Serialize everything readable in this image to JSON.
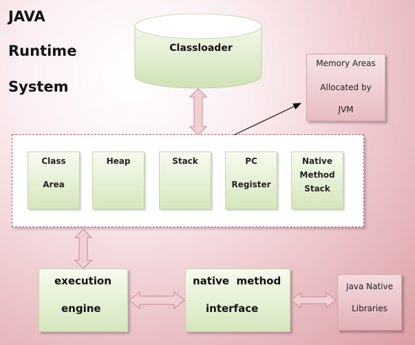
{
  "title": {
    "lines": [
      "JAVA",
      "Runtime",
      "System"
    ]
  },
  "classloader": {
    "label": "Classloader"
  },
  "memory_note": {
    "lines": [
      "Memory Areas",
      "Allocated by",
      "JVM"
    ]
  },
  "memory_areas": [
    {
      "lines": [
        "Class",
        "Area"
      ]
    },
    {
      "lines": [
        "Heap"
      ]
    },
    {
      "lines": [
        "Stack"
      ]
    },
    {
      "lines": [
        "PC",
        "Register"
      ]
    },
    {
      "lines": [
        "Native",
        "Method",
        "Stack"
      ]
    }
  ],
  "execution_engine": {
    "lines": [
      "execution",
      "engine"
    ]
  },
  "native_interface": {
    "lines": [
      "native  method",
      "interface"
    ]
  },
  "native_libraries": {
    "lines": [
      "Java Native",
      "Libraries"
    ]
  },
  "colors": {
    "green_box_top": "#f7fbef",
    "green_box_bottom": "#d5e6bd",
    "pink_box": "#e8bcc1",
    "dashed_border": "#b6506a",
    "arrow_fill": "#f0d0d4",
    "arrow_stroke": "#c58a92"
  }
}
